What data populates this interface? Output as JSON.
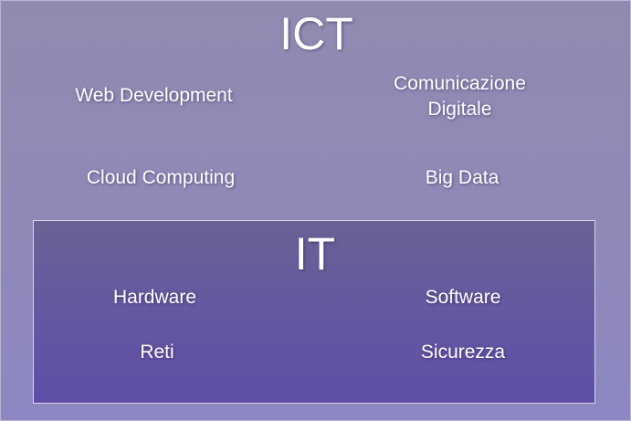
{
  "ict": {
    "title": "ICT",
    "items": [
      "Web Development",
      "Comunicazione\nDigitale",
      "Cloud Computing",
      "Big Data"
    ]
  },
  "it": {
    "title": "IT",
    "items": [
      "Hardware",
      "Software",
      "Reti",
      "Sicurezza"
    ]
  }
}
